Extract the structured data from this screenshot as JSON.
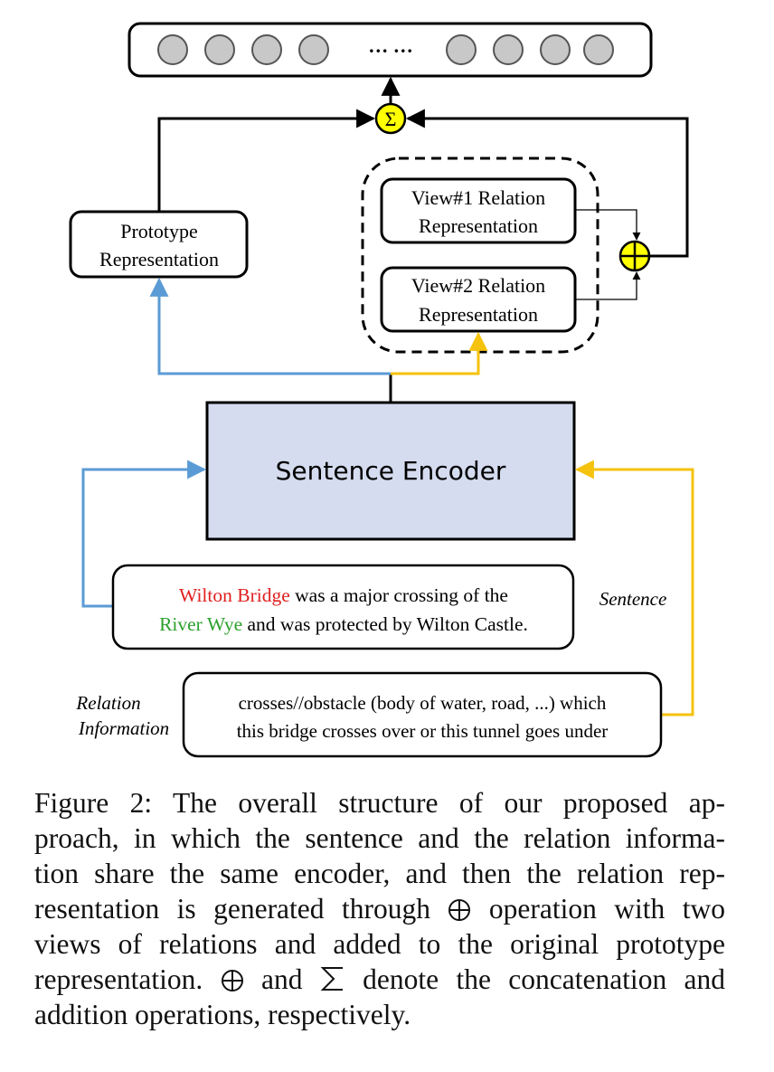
{
  "diagram": {
    "output_ellipsis": "… …",
    "sum_symbol": "Σ",
    "plus_symbol": "⊕",
    "prototype": {
      "line1": "Prototype",
      "line2": "Representation"
    },
    "view1": {
      "line1": "View#1 Relation",
      "line2": "Representation"
    },
    "view2": {
      "line1": "View#2 Relation",
      "line2": "Representation"
    },
    "encoder_label": "Sentence Encoder",
    "sentence": {
      "head_entity": "Wilton Bridge",
      "line1_rest": " was a major crossing of the",
      "tail_entity": "River Wye",
      "line2_rest": " and was protected by Wilton Castle."
    },
    "sentence_side_label": "Sentence",
    "relation_side_label": {
      "line1": "Relation",
      "line2": "Information"
    },
    "relation_text": {
      "line1": "crosses//obstacle (body of water, road, ...) which",
      "line2": "this bridge crosses over or this tunnel goes under"
    },
    "colors": {
      "blue_path": "#5b9bd5",
      "yellow_path": "#f5c20e",
      "operator_fill": "#ffff00",
      "encoder_fill": "#d5dcef",
      "node_fill": "#c8c8c8",
      "head_entity": "#e02020",
      "tail_entity": "#2ca02c"
    }
  },
  "caption": {
    "line1": "Figure 2:  The overall structure of our proposed ap-",
    "line2": "proach, in which the sentence and the relation informa-",
    "line3": "tion share the same encoder, and then the relation rep-",
    "line4_a": "resentation is generated through ",
    "line4_b": " operation with two",
    "line5": "views of relations and added to the original prototype",
    "line6_a": "representation. ",
    "line6_b": " and ",
    "line6_c": " denote the concatenation and",
    "line7": "addition operations, respectively."
  }
}
